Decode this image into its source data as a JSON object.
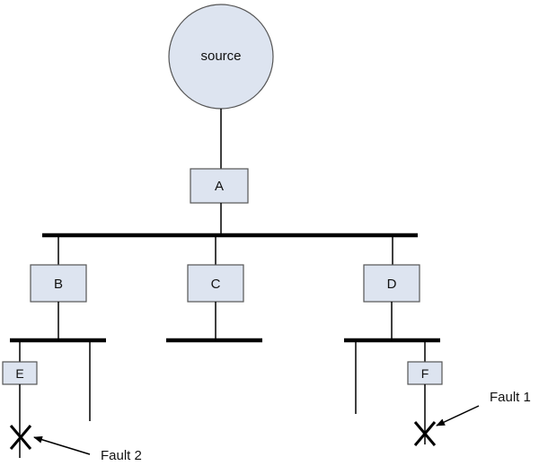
{
  "diagram": {
    "source_label": "source",
    "breakers": {
      "a": "A",
      "b": "B",
      "c": "C",
      "d": "D",
      "e": "E",
      "f": "F"
    },
    "faults": {
      "fault1": "Fault 1",
      "fault2": "Fault 2"
    },
    "colors": {
      "source_fill": "#dde4f0",
      "breaker_fill": "#dde4f0",
      "stroke": "#000000"
    }
  }
}
